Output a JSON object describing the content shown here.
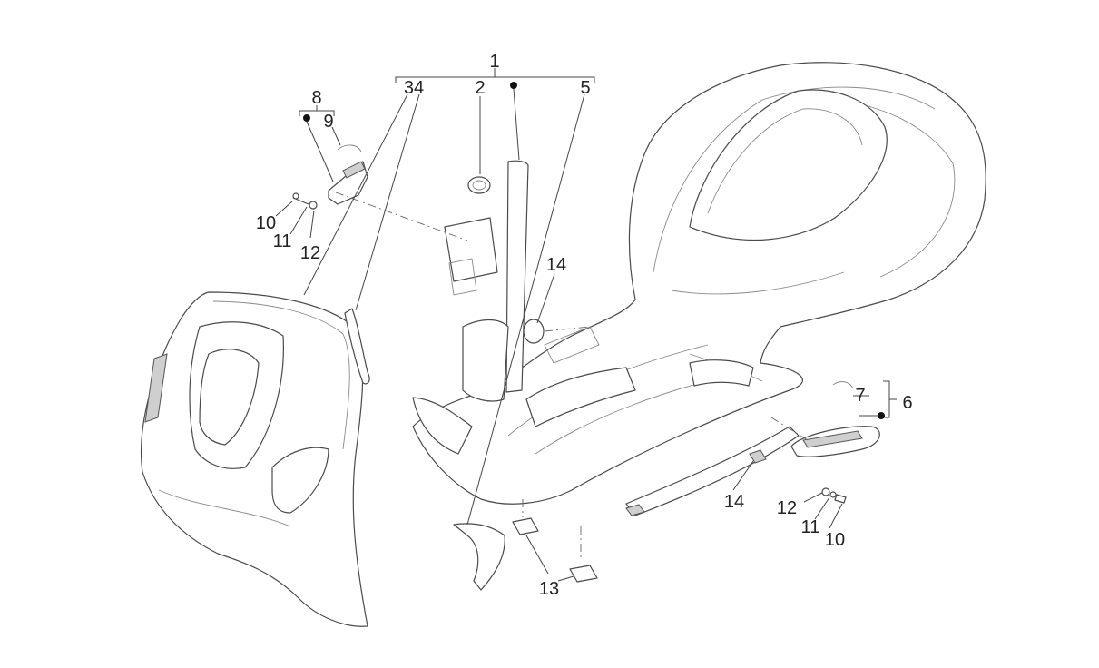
{
  "diagram": {
    "callouts": {
      "c1": "1",
      "c2": "2",
      "c34": "34",
      "c5": "5",
      "c6": "6",
      "c7": "7",
      "c8": "8",
      "c9": "9",
      "c10a": "10",
      "c11a": "11",
      "c12a": "12",
      "c14a": "14",
      "c14b": "14",
      "c13": "13",
      "c12b": "12",
      "c11b": "11",
      "c10b": "10"
    },
    "colors": {
      "line": "#4a4a4a",
      "text": "#222222",
      "background": "#ffffff"
    }
  }
}
